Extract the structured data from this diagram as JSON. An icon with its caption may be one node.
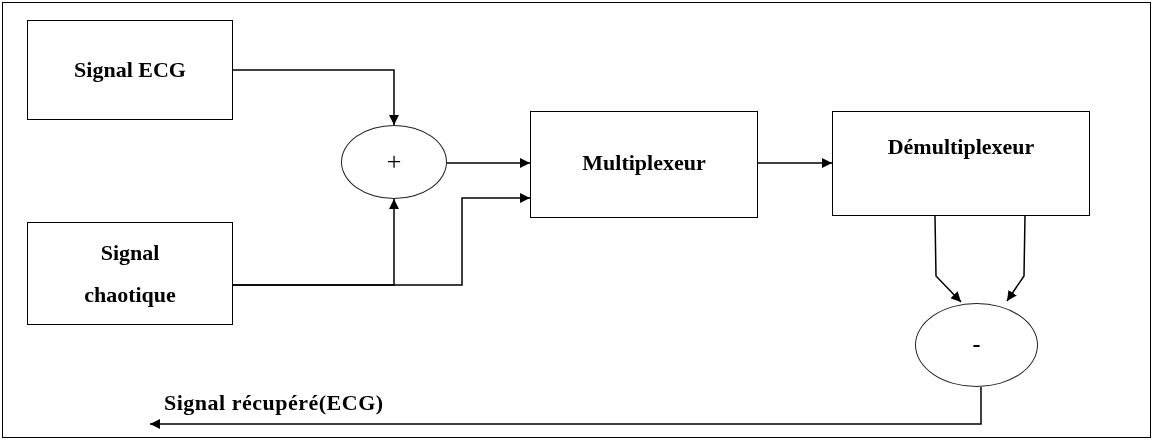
{
  "diagram": {
    "nodes": [
      {
        "text": [
          "Signal ECG"
        ]
      },
      {
        "text": [
          "Signal chaotique"
        ]
      },
      {
        "text": [
          "+"
        ]
      },
      {
        "text": [
          "Multiplexeur"
        ]
      },
      {
        "text": [
          "Démultiplexeur"
        ]
      },
      {
        "text": [
          "-"
        ]
      }
    ],
    "edges": [
      {
        "from": 0,
        "to": 2,
        "arrow": "to"
      },
      {
        "from": 1,
        "to": 2,
        "arrow": "to"
      },
      {
        "from": 1,
        "to": 3,
        "arrow": "to"
      },
      {
        "from": 2,
        "to": 3,
        "arrow": "to"
      },
      {
        "from": 3,
        "to": 4,
        "arrow": "to"
      },
      {
        "from": 4,
        "to": 5,
        "arrow": "to"
      },
      {
        "from": 4,
        "to": 5,
        "arrow": "to"
      },
      {
        "from": 5,
        "to": null,
        "arrow": "to",
        "label": "Signal récupéré(ECG)"
      }
    ]
  }
}
